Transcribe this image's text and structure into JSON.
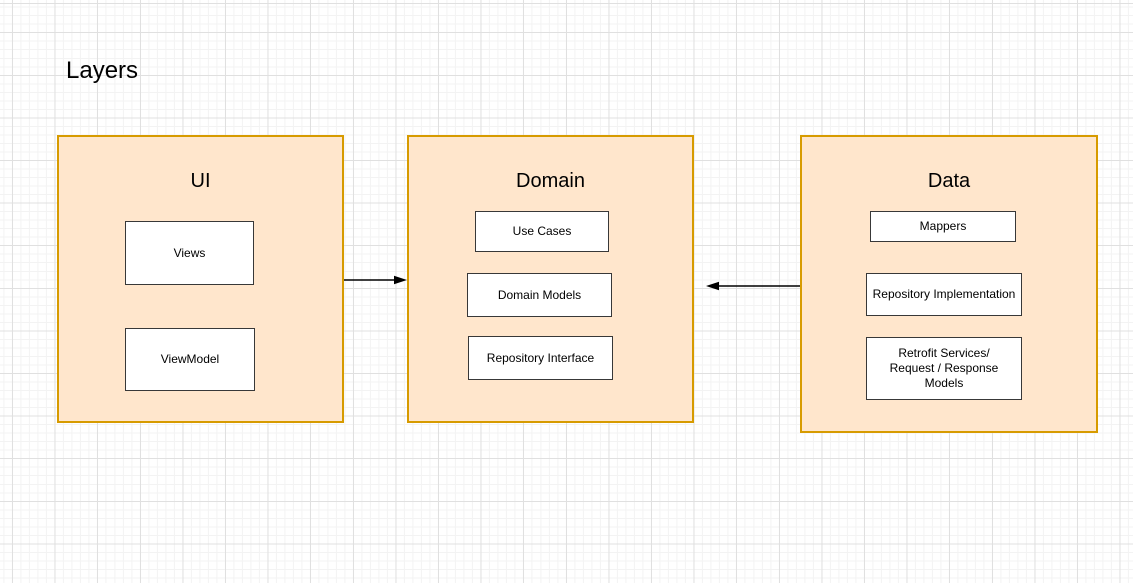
{
  "diagram": {
    "title": "Layers",
    "layers": [
      {
        "id": "ui",
        "title": "UI",
        "items": [
          {
            "label": "Views"
          },
          {
            "label": "ViewModel"
          }
        ]
      },
      {
        "id": "domain",
        "title": "Domain",
        "items": [
          {
            "label": "Use Cases"
          },
          {
            "label": "Domain Models"
          },
          {
            "label": "Repository Interface"
          }
        ]
      },
      {
        "id": "data",
        "title": "Data",
        "items": [
          {
            "label": "Mappers"
          },
          {
            "label": "Repository Implementation"
          },
          {
            "label": "Retrofit Services/\nRequest / Response\nModels"
          }
        ]
      }
    ],
    "connections": [
      {
        "from": "UI",
        "to": "Domain",
        "arrow_direction": "right"
      },
      {
        "from": "Data",
        "to": "Domain",
        "arrow_direction": "left"
      }
    ],
    "colors": {
      "canvas_background": "#ffffff",
      "grid_minor": "#f3f3f3",
      "grid_major": "#e0e0e0",
      "layer_fill": "#ffe6cc",
      "layer_border": "#d79b00",
      "node_fill": "#ffffff",
      "node_border": "#383838",
      "arrow": "#000000",
      "text": "#000000"
    }
  }
}
